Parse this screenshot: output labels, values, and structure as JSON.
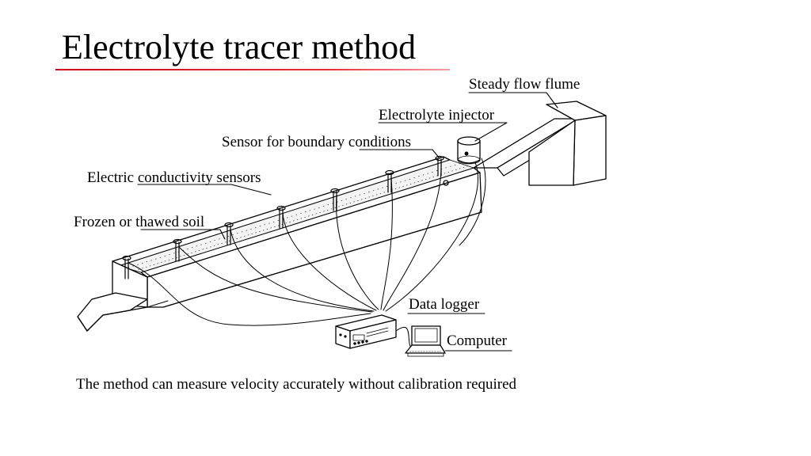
{
  "slide": {
    "title": "Electrolyte tracer method",
    "caption": "The method can measure velocity accurately without calibration required"
  },
  "diagram": {
    "labels": {
      "steady_flow_flume": "Steady flow flume",
      "electrolyte_injector": "Electrolyte injector",
      "sensor_boundary": "Sensor for boundary conditions",
      "conductivity_sensors": "Electric conductivity sensors",
      "frozen_soil": "Frozen or thawed soil",
      "data_logger": "Data logger",
      "computer": "Computer"
    }
  },
  "colors": {
    "title_rule": "#d0001a",
    "line": "#000000"
  }
}
